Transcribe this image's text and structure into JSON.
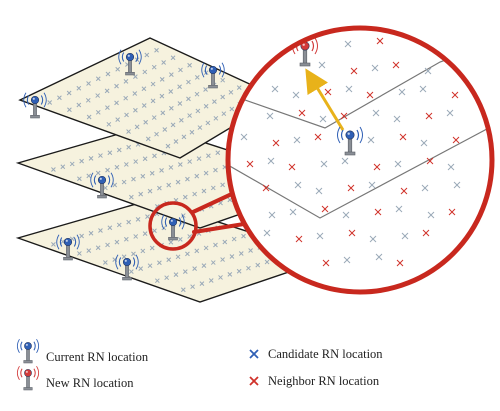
{
  "colors": {
    "sheet_fill": "#f6f2de",
    "sheet_stroke": "#1a1a1a",
    "candidate_mark": "#9aa9b8",
    "neighbor_mark": "#d0322a",
    "zoom_ring": "#c8281e",
    "move_arrow": "#e8b21a",
    "current_head": "#2f5fb5",
    "new_head": "#d23a3a"
  },
  "icons": {
    "current": "current-rn-icon",
    "new": "new-rn-icon",
    "candidate": "candidate-x-icon",
    "neighbor": "neighbor-x-icon"
  },
  "legend": {
    "current_rn": "Current RN location",
    "new_rn": "New RN location",
    "candidate_rn": "Candidate RN location",
    "neighbor_rn": "Neighbor RN location"
  }
}
